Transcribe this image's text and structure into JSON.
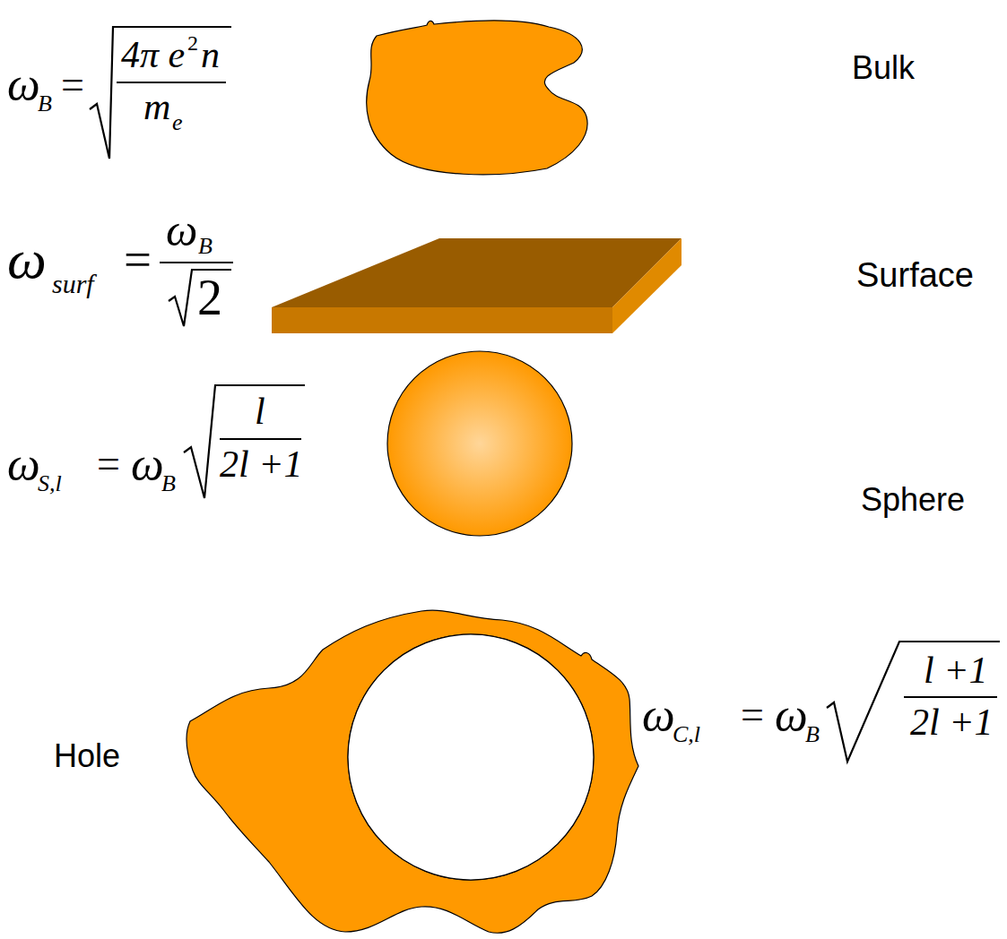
{
  "diagram": {
    "labels": [
      "ω",
      "B",
      "=",
      "4π e",
      "2",
      "n",
      "m",
      "e",
      "Bulk",
      "ω",
      "surf",
      "=",
      "ω",
      "B",
      "2",
      "Surface",
      "ω",
      "S,l",
      "=",
      "ω",
      "B",
      "l",
      "2l +1",
      "Sphere",
      "Hole",
      "ω",
      "C,l",
      "=",
      "ω",
      "B",
      "l +1",
      "2l +1"
    ]
  }
}
